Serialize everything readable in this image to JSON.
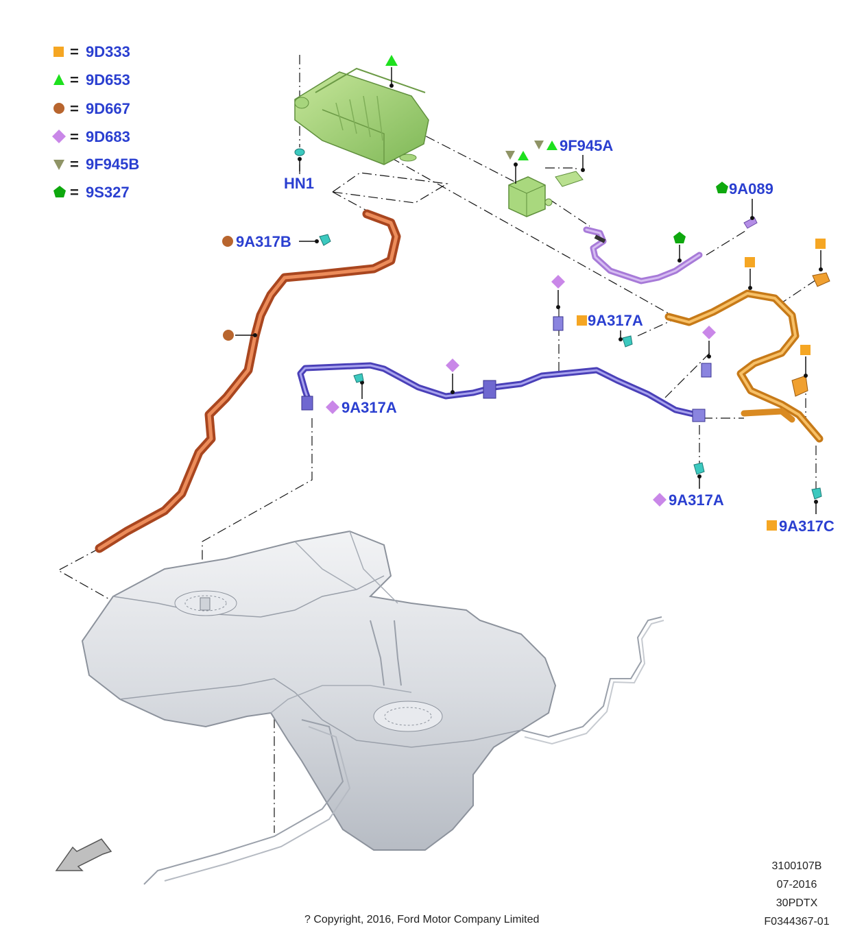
{
  "legend": [
    {
      "symbol": "square",
      "color": "#f5a623",
      "label": "9D333"
    },
    {
      "symbol": "triangle",
      "color": "#1ee01e",
      "label": "9D653"
    },
    {
      "symbol": "circle",
      "color": "#b8652e",
      "label": "9D667"
    },
    {
      "symbol": "diamond",
      "color": "#c987e8",
      "label": "9D683"
    },
    {
      "symbol": "triangle-down",
      "color": "#8f9466",
      "label": "9F945B"
    },
    {
      "symbol": "pentagon",
      "color": "#0ea80e",
      "label": "9S327"
    }
  ],
  "legend_equals": "=",
  "callouts": {
    "hn1": "HN1",
    "c9f945a": "9F945A",
    "c9a089": "9A089",
    "c9a317b": "9A317B",
    "c9a317a_orange": "9A317A",
    "c9a317a_left": "9A317A",
    "c9a317a_right": "9A317A",
    "c9a317c": "9A317C"
  },
  "colors": {
    "label": "#2a3fd0",
    "canister": "#9ccf6f",
    "brown_pipe": "#cf5a2a",
    "orange_pipe": "#f0a030",
    "purple_pipe": "#7a70d8",
    "violet_pipe": "#a77ad8",
    "tank": "#d8dbe0"
  },
  "meta": {
    "code": "3100107B",
    "date": "07-2016",
    "model": "30PDTX",
    "ref": "F0344367-01"
  },
  "copyright": "? Copyright, 2016, Ford Motor Company Limited"
}
